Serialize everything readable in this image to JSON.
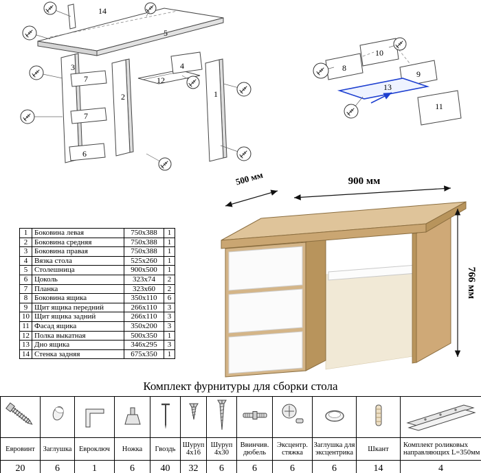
{
  "colors": {
    "wood_top": "#dfc49a",
    "wood_front": "#caa672",
    "wood_dark": "#b8945c",
    "wood_side": "#d4b588",
    "drawer_white": "#fbfbfb",
    "highlight_blue": "#1d3fd0"
  },
  "diagram_left": {
    "labels": {
      "n14": "14",
      "n5": "5",
      "n3": "3",
      "n7a": "7",
      "n7b": "7",
      "n6": "6",
      "n2": "2",
      "n12": "12",
      "n4": "4",
      "n1": "1"
    }
  },
  "diagram_right": {
    "labels": {
      "n10": "10",
      "n8": "8",
      "n9": "9",
      "n13": "13",
      "n11": "11"
    }
  },
  "desk": {
    "dim_width": "900 мм",
    "dim_depth": "500 мм",
    "dim_height": "766 мм"
  },
  "parts_table": {
    "rows": [
      {
        "num": "1",
        "name": "Боковина левая",
        "size": "750x388",
        "qty": "1"
      },
      {
        "num": "2",
        "name": "Боковина средняя",
        "size": "750x388",
        "qty": "1"
      },
      {
        "num": "3",
        "name": "Боковина правая",
        "size": "750x388",
        "qty": "1"
      },
      {
        "num": "4",
        "name": "Вязка стола",
        "size": "525x260",
        "qty": "1"
      },
      {
        "num": "5",
        "name": "Столешница",
        "size": "900x500",
        "qty": "1"
      },
      {
        "num": "6",
        "name": "Цоколь",
        "size": "323x74",
        "qty": "2"
      },
      {
        "num": "7",
        "name": "Планка",
        "size": "323x60",
        "qty": "2"
      },
      {
        "num": "8",
        "name": "Боковина ящика",
        "size": "350x110",
        "qty": "6"
      },
      {
        "num": "9",
        "name": "Щит ящика передний",
        "size": "266x110",
        "qty": "3"
      },
      {
        "num": "10",
        "name": "Щит ящика задний",
        "size": "266x110",
        "qty": "3"
      },
      {
        "num": "11",
        "name": "Фасад ящика",
        "size": "350x200",
        "qty": "3"
      },
      {
        "num": "12",
        "name": "Полка выкатная",
        "size": "500x350",
        "qty": "1"
      },
      {
        "num": "13",
        "name": "Дно ящика",
        "size": "346x295",
        "qty": "3"
      },
      {
        "num": "14",
        "name": "Стенка задняя",
        "size": "675x350",
        "qty": "1"
      }
    ]
  },
  "hardware": {
    "title": "Комплект фурнитуры для сборки стола",
    "items": [
      {
        "label": "Евровинт",
        "qty": "20"
      },
      {
        "label": "Заглушка",
        "qty": "6"
      },
      {
        "label": "Евроключ",
        "qty": "1"
      },
      {
        "label": "Ножка",
        "qty": "6"
      },
      {
        "label": "Гвоздь",
        "qty": "40"
      },
      {
        "label": "Шуруп 4x16",
        "qty": "32"
      },
      {
        "label": "Шуруп 4x30",
        "qty": "6"
      },
      {
        "label": "Ввинчив. дюбель",
        "qty": "6"
      },
      {
        "label": "Эксцентр. стяжка",
        "qty": "6"
      },
      {
        "label": "Заглушка для эксцентрика",
        "qty": "6"
      },
      {
        "label": "Шкант",
        "qty": "14"
      },
      {
        "label": "Комплект роликовых направляющих L=350мм",
        "qty": "4"
      }
    ]
  }
}
